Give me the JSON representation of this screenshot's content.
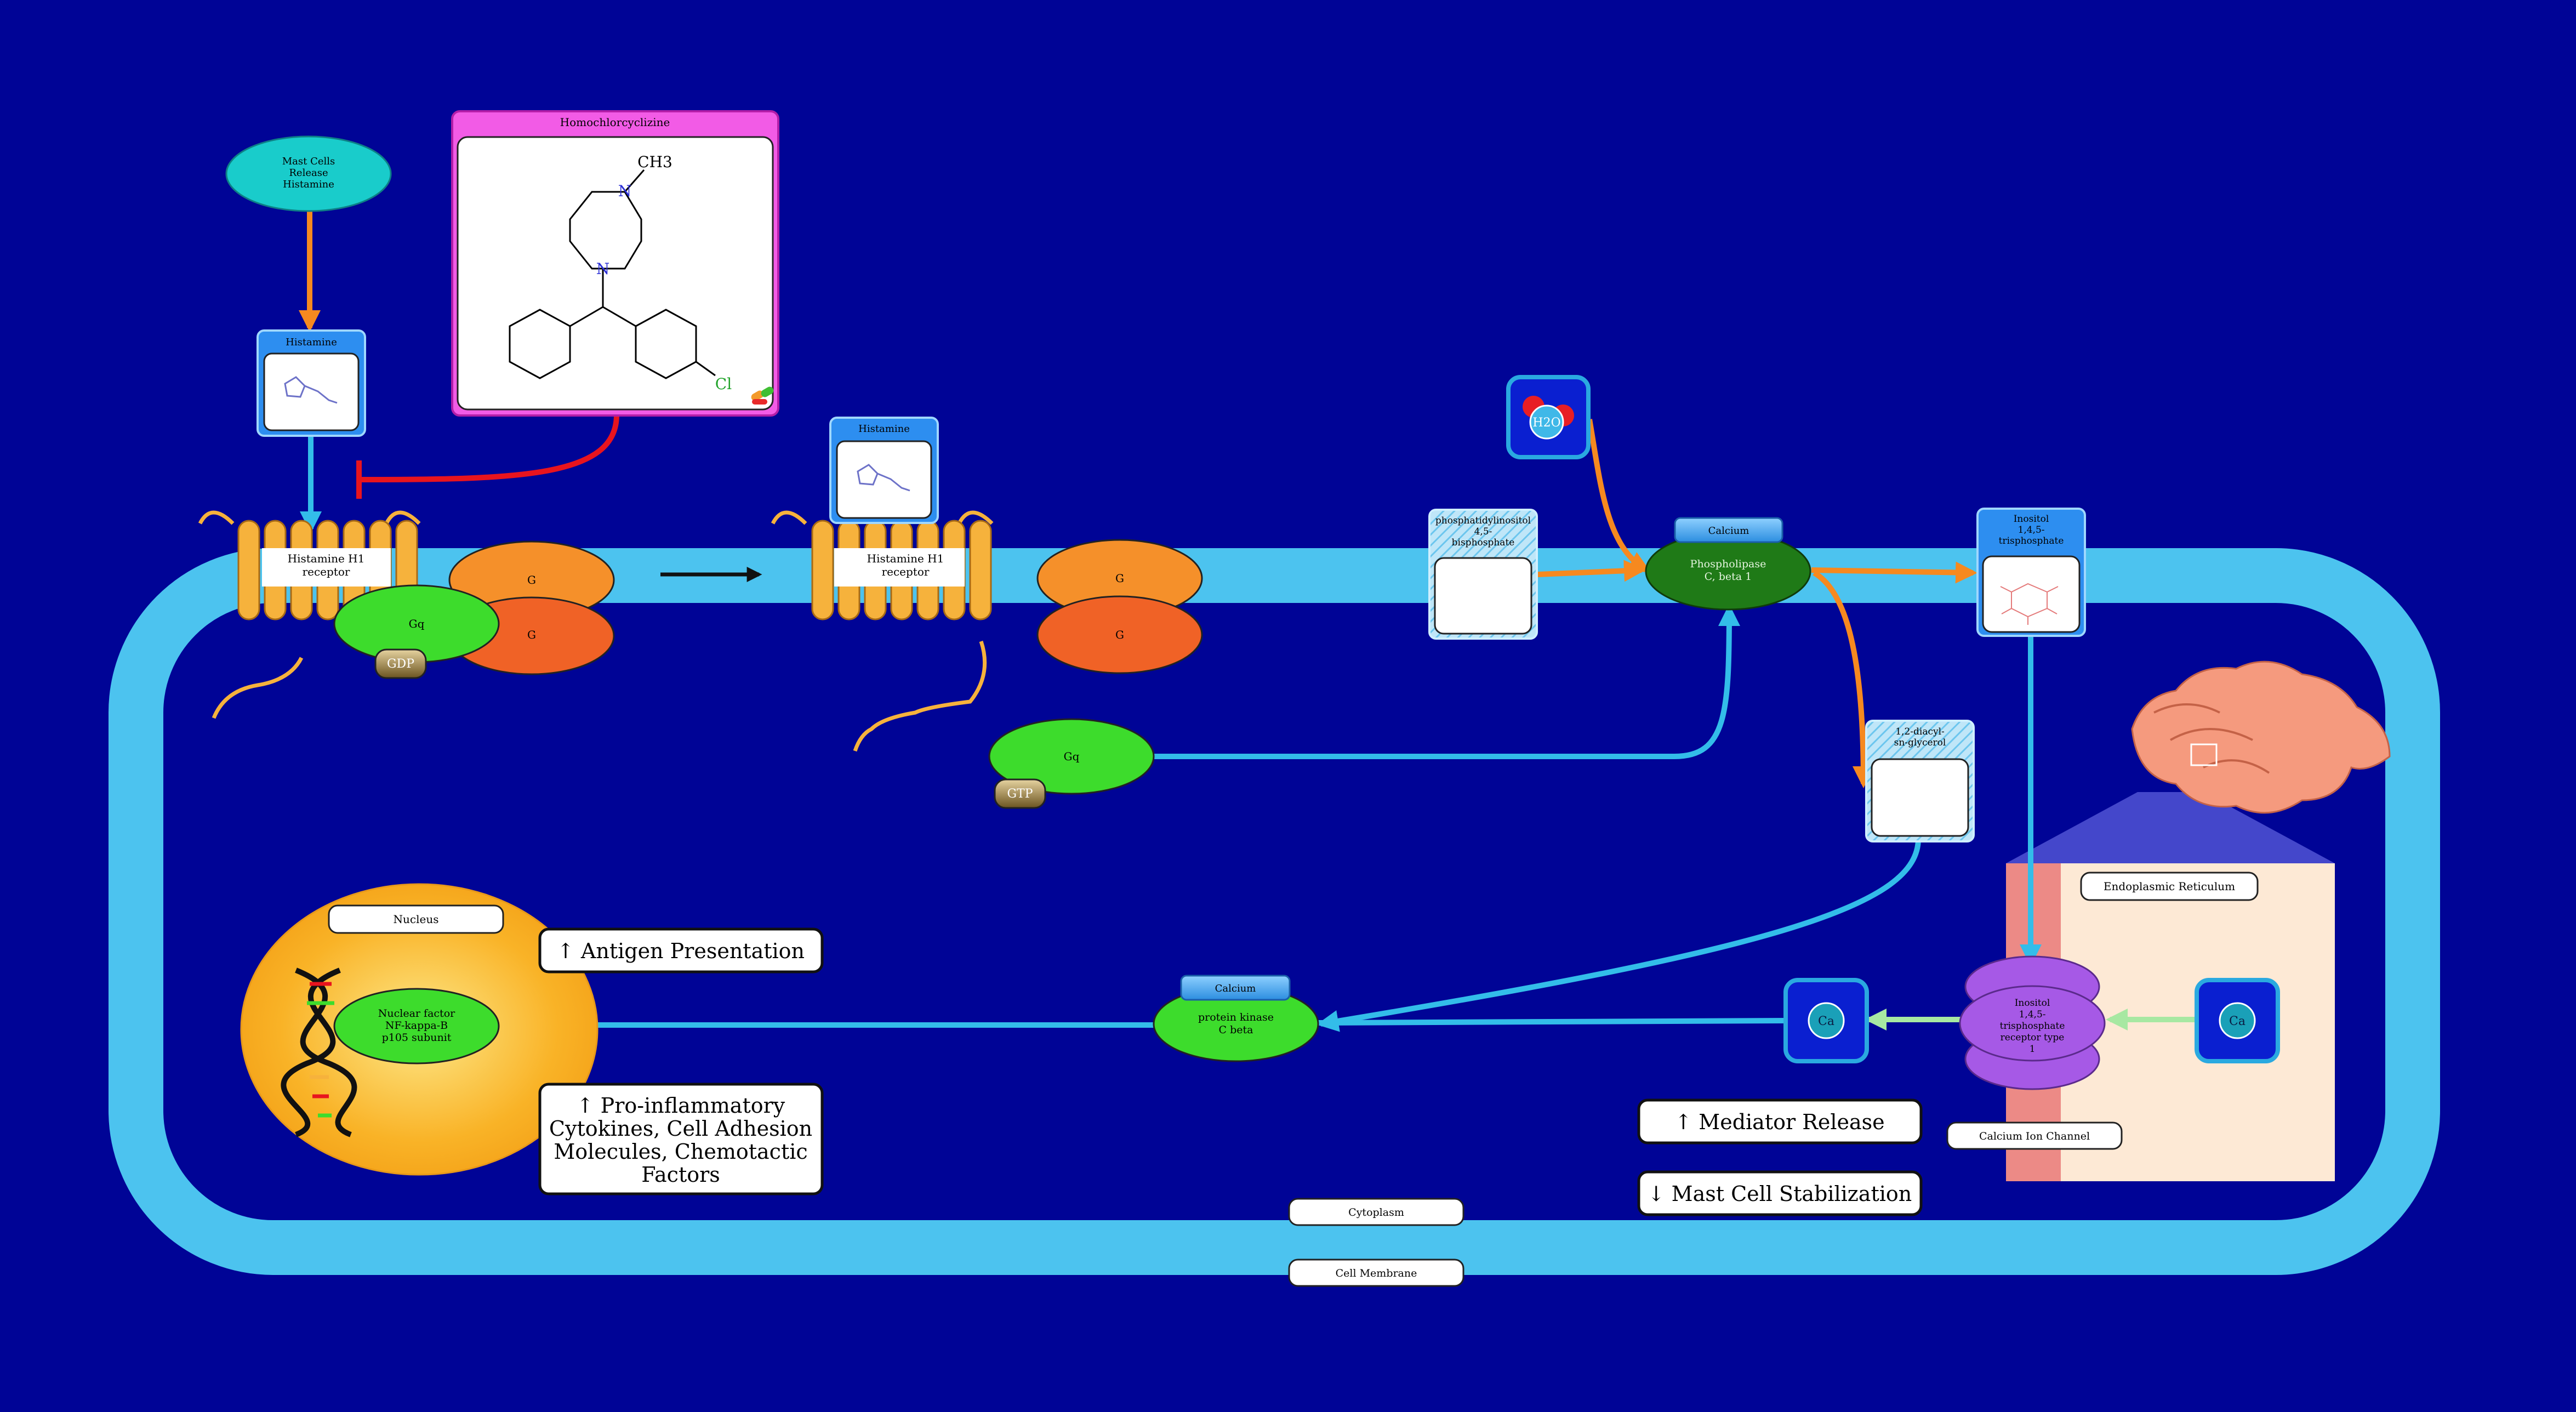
{
  "colors": {
    "background": "#000496",
    "membrane": "#4cc3ef",
    "orange_arrow": "#f6891f",
    "blue_arrow": "#33bde9",
    "green_arrow": "#a7e8a2",
    "inhibit": "#e8141e",
    "receptor": "#f6b23c",
    "gq_green": "#3ddc2c",
    "g_orange": "#f5902a",
    "g_red": "#f06226",
    "purple": "#a659e6",
    "nucleus": "#f9b327",
    "er_body": "#fde9d5",
    "drug_box": "#f25be6"
  },
  "labels": {
    "mast_cells": [
      "Mast Cells",
      "Release",
      "Histamine"
    ],
    "histamine_1": "Histamine",
    "histamine_2": "Histamine",
    "drug": "Homochlorcyclizine",
    "drug_methyl": "CH3",
    "drug_n1": "N",
    "drug_n2": "N",
    "drug_cl": "Cl",
    "receptor_1": [
      "Histamine H1",
      "receptor"
    ],
    "receptor_2": [
      "Histamine H1",
      "receptor"
    ],
    "g_top_1": "G",
    "g_bottom_1": "G",
    "g_top_2": "G",
    "g_bottom_2": "G",
    "gq_1": "Gq",
    "gq_2": "Gq",
    "gdp": "GDP",
    "gtp": "GTP",
    "pip2": [
      "phosphatidylinositol",
      "4,5-",
      "bisphosphate"
    ],
    "water": "H2O",
    "calcium_plc": "Calcium",
    "plc": [
      "Phospholipase",
      "C, beta 1"
    ],
    "ip3": [
      "Inositol",
      "1,4,5-",
      "trisphosphate"
    ],
    "dag": [
      "1,2-diacyl-",
      "sn-glycerol"
    ],
    "er": "Endoplasmic Reticulum",
    "ip3r": [
      "Inositol",
      "1,4,5-",
      "trisphosphate",
      "receptor type",
      "1"
    ],
    "calcium_channel": "Calcium Ion Channel",
    "ca_left": "Ca",
    "ca_right": "Ca",
    "calcium_pkc": "Calcium",
    "pkc": [
      "protein kinase",
      "C beta"
    ],
    "nucleus": "Nucleus",
    "nfkb": [
      "Nuclear factor",
      "NF-kappa-B",
      "p105 subunit"
    ],
    "antigen": "↑ Antigen Presentation",
    "proinflammatory": [
      "↑ Pro-inflammatory",
      "Cytokines, Cell Adhesion",
      "Molecules, Chemotactic",
      "Factors"
    ],
    "mediator": "↑ Mediator Release",
    "stabilization": "↓ Mast Cell Stabilization",
    "cytoplasm": "Cytoplasm",
    "cell_membrane": "Cell Membrane"
  }
}
